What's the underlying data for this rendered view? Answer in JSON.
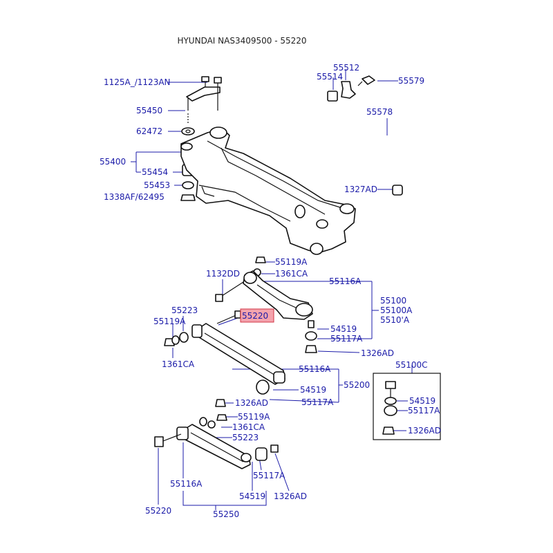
{
  "header": {
    "title": "HYUNDAI NAS3409500 - 55220"
  },
  "highlight": {
    "part": "55220",
    "color": "#f4a3ad",
    "border": "#d23645"
  },
  "label_color": "#1a1aa8",
  "labels": {
    "p1125a": "1125A_/1123AN",
    "p55450": "55450",
    "p62472": "62472",
    "p55400": "55400",
    "p55454": "55454",
    "p55453": "55453",
    "p1338af": "1338AF/62495",
    "p55512": "55512",
    "p55514": "55514",
    "p55579": "55579",
    "p55578": "55578",
    "p1327ad": "1327AD",
    "p55119a_1": "55119A",
    "p1361ca_1": "1361CA",
    "p1132dd": "1132DD",
    "p55116a_1": "55116A",
    "p55100": "55100",
    "p55100a": "55100A",
    "p5510a": "5510'A",
    "p55223_1": "55223",
    "p55119a_2": "55119A",
    "p55220_hl": "55220",
    "p54519_1": "54519",
    "p55117a_1": "55117A",
    "p1326ad_1": "1326AD",
    "p1361ca_2": "1361CA",
    "p55116a_2": "55116A",
    "p55200": "55200",
    "p54519_2": "54519",
    "p1326ad_2": "1326AD",
    "p55117a_2": "55117A",
    "p55100c": "55100C",
    "p54519_3": "54519",
    "p55117a_3": "55117A",
    "p1326ad_3": "1326AD",
    "p55119a_3": "55119A",
    "p1361ca_3": "1361CA",
    "p55223_2": "55223",
    "p55116a_3": "55116A",
    "p55117a_4": "55117A",
    "p54519_4": "54519",
    "p1326ad_4": "1326AD",
    "p55220": "55220",
    "p55250": "55250"
  }
}
